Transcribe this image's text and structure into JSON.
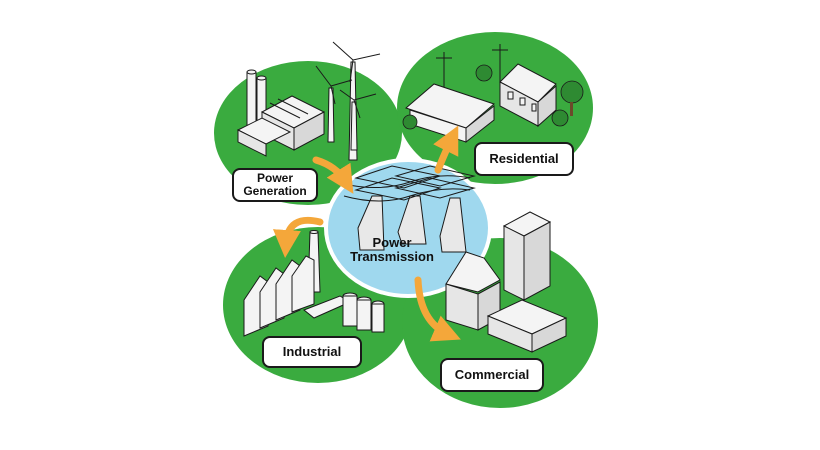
{
  "nodes": {
    "generation": {
      "line1": "Power",
      "line2": "Generation"
    },
    "residential": {
      "label": "Residential"
    },
    "transmission": {
      "line1": "Power",
      "line2": "Transmission"
    },
    "industrial": {
      "label": "Industrial"
    },
    "commercial": {
      "label": "Commercial"
    }
  },
  "colors": {
    "green": "#3aab3f",
    "water": "#9fd8ee",
    "arrow": "#f4a73a",
    "ink": "#1a1a1a",
    "building": "#f4f4f4"
  }
}
